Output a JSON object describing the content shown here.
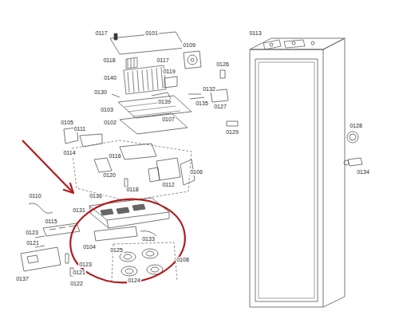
{
  "diagram": {
    "nodes": [],
    "edges": [],
    "labels": [
      "0117",
      "0101",
      "0113",
      "0109",
      "0118",
      "0117",
      "0140",
      "0126",
      "0119",
      "0130",
      "0139",
      "0132",
      "0135",
      "0127",
      "0103",
      "0102",
      "0107",
      "0129",
      "0105",
      "0111",
      "0128",
      "0114",
      "0116",
      "0134",
      "0120",
      "0112",
      "0118",
      "0106",
      "0110",
      "0136",
      "0131",
      "0115",
      "0133",
      "0123",
      "0104",
      "0121",
      "0125",
      "0123",
      "0108",
      "0124",
      "0121",
      "0137",
      "0122"
    ]
  }
}
